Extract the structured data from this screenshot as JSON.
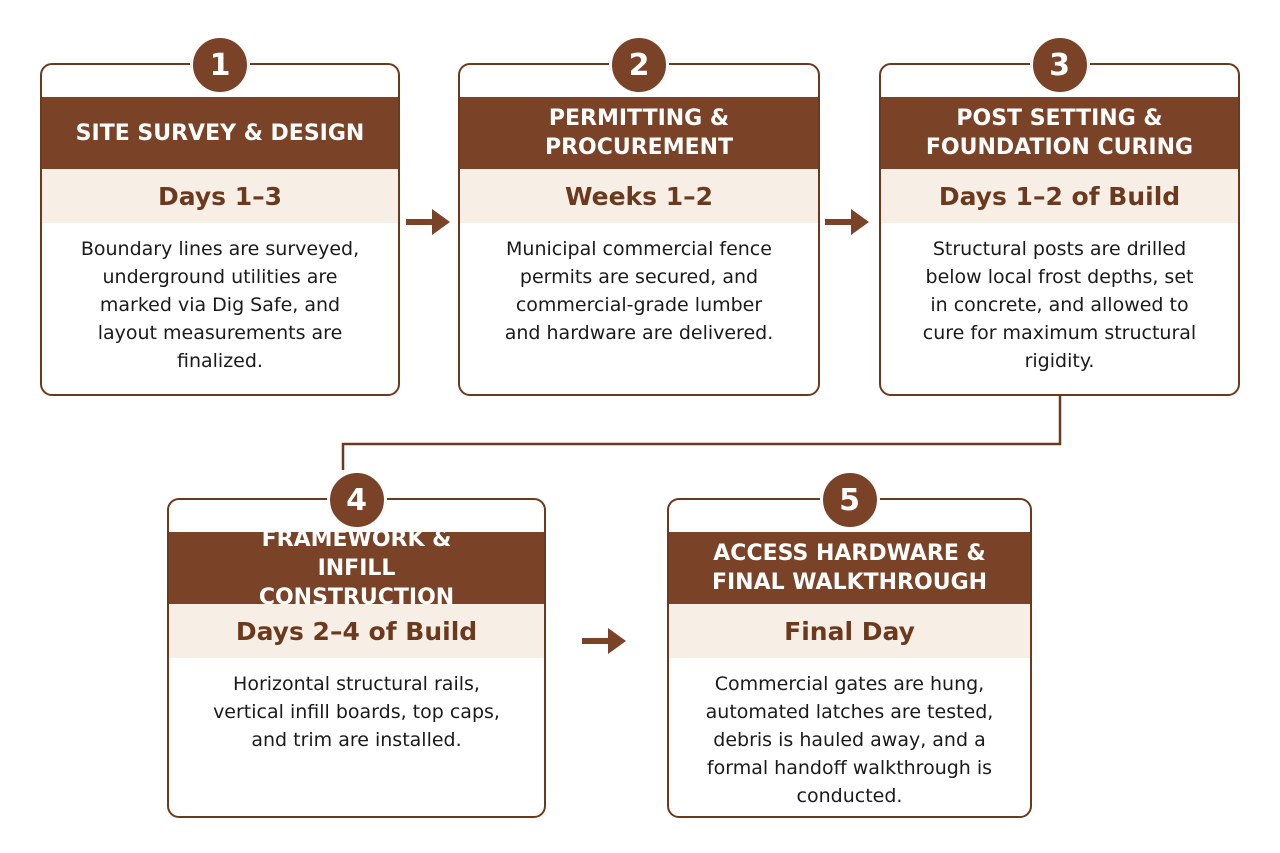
{
  "accent_color": "#7a4327",
  "steps": [
    {
      "number": "1",
      "title": "SITE SURVEY & DESIGN",
      "duration": "Days 1–3",
      "description": "Boundary lines are surveyed, underground utilities are marked via Dig Safe, and layout measurements are finalized."
    },
    {
      "number": "2",
      "title": "PERMITTING & PROCUREMENT",
      "duration": "Weeks 1–2",
      "description": "Municipal commercial fence permits are secured, and commercial-grade lumber and hardware are delivered."
    },
    {
      "number": "3",
      "title": "POST SETTING & FOUNDATION CURING",
      "duration": "Days 1–2 of Build",
      "description": "Structural posts are drilled below local frost depths, set in concrete, and allowed to cure for maximum structural rigidity."
    },
    {
      "number": "4",
      "title": "FRAMEWORK & INFILL CONSTRUCTION",
      "duration": "Days 2–4 of Build",
      "description": "Horizontal structural rails, vertical infill boards, top caps, and trim are installed."
    },
    {
      "number": "5",
      "title": "ACCESS HARDWARE & FINAL WALKTHROUGH",
      "duration": "Final Day",
      "description": "Commercial gates are hung, automated latches are tested, debris is hauled away, and a formal handoff walkthrough is conducted."
    }
  ]
}
